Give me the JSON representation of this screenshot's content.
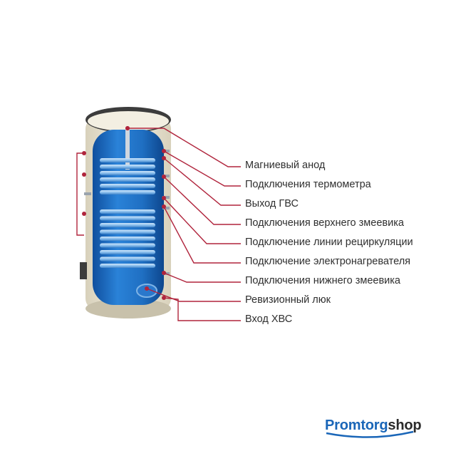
{
  "labels": [
    "Магниевый анод",
    "Подключения термометра",
    "Выход ГВС",
    "Подключения верхнего змеевика",
    "Подключение линии рециркуляции",
    "Подключение электронагревателя",
    "Подключения нижнего змеевика",
    "Ревизионный люк",
    "Вход ХВС"
  ],
  "logo": {
    "part1": "Promtorg",
    "part2": "shop"
  },
  "colors": {
    "leader": "#b0243c",
    "tank": "#1f6fc2",
    "casing": "#ece7d6",
    "coil": "#7fb4e6",
    "brand": "#1a66b8"
  }
}
